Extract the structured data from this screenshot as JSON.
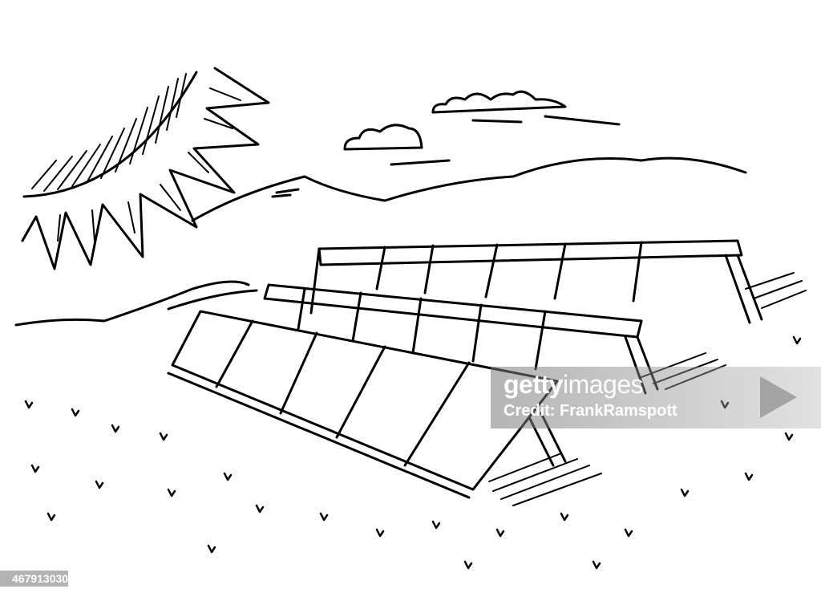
{
  "image": {
    "description": "Black and white hand-drawn sketch of solar panel arrays on a grassy hillside under a spiky sun with clouds",
    "colors": {
      "ink": "#000000",
      "paper": "#ffffff",
      "watermark_band": "#8c8c8c",
      "id_box": "#b3b3b3"
    }
  },
  "watermark": {
    "brand_bold": "getty",
    "brand_light": "images",
    "credit": "Credit: FrankRamspott"
  },
  "image_id": "467913030"
}
